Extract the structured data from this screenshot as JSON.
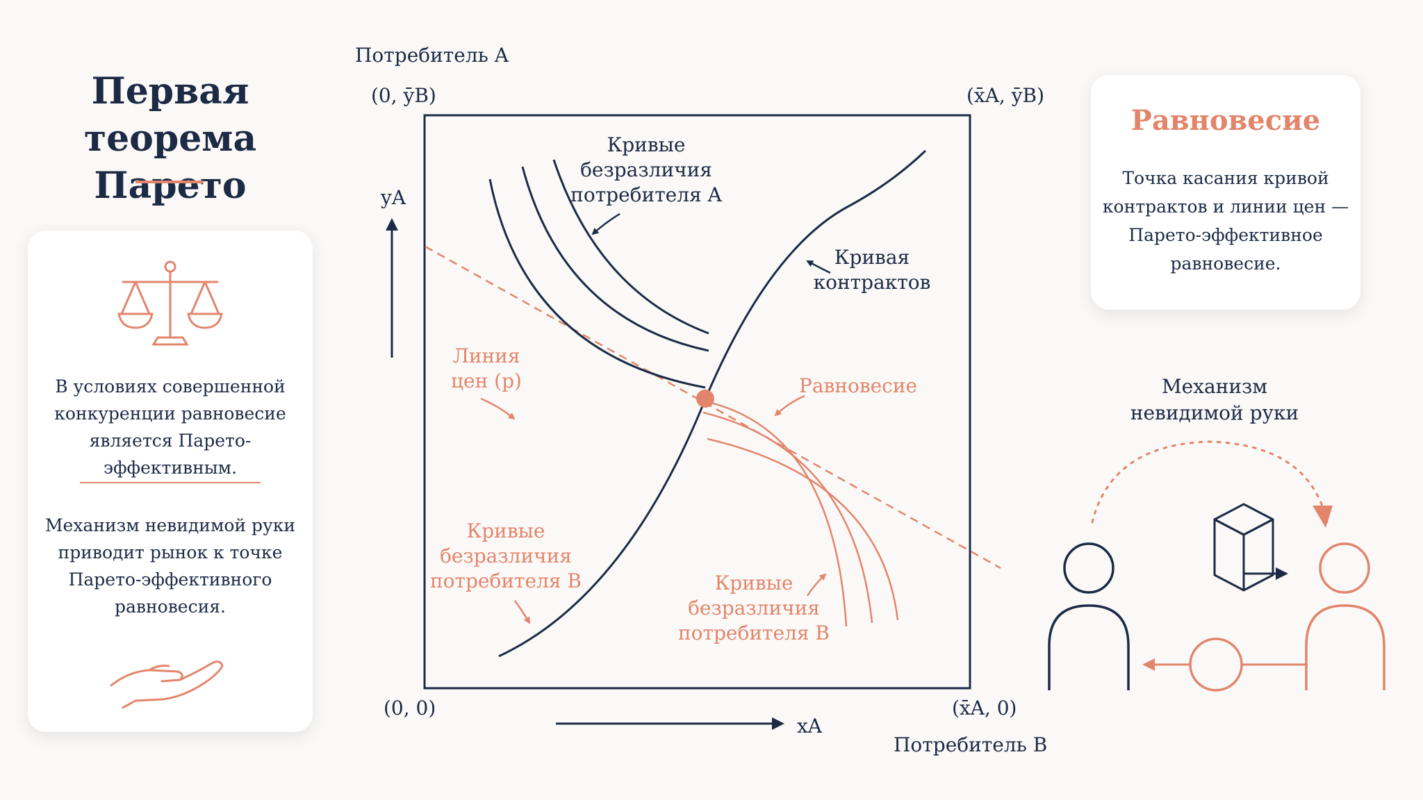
{
  "title": {
    "line1": "Первая теорема",
    "line2": "Парето"
  },
  "left_card": {
    "text1": [
      "В условиях совершенной",
      "конкуренции равновесие",
      "является Парето-эффективным."
    ],
    "text2": [
      "Механизм невидимой руки",
      "приводит рынок к точке",
      "Парето-эффективного",
      "равновесия."
    ],
    "icons": [
      "scales-icon",
      "open-hand-icon"
    ]
  },
  "diagram": {
    "consumer_a": "Потребитель A",
    "consumer_b": "Потребитель B",
    "corner_top_left": "(0, ȳB)",
    "corner_top_right": "(x̄A, ȳB)",
    "corner_bottom_left": "(0, 0)",
    "corner_bottom_right": "(x̄A, 0)",
    "axis_y": "yA",
    "axis_x": "xA",
    "indiff_a": [
      "Кривые",
      "безразличия",
      "потребителя A"
    ],
    "contract_curve": [
      "Кривая",
      "контрактов"
    ],
    "price_line": [
      "Линия",
      "цен (p)"
    ],
    "equilibrium": "Равновесие",
    "indiff_b_left": [
      "Кривые",
      "безразличия",
      "потребителя B"
    ],
    "indiff_b_right": [
      "Кривые",
      "безразличия",
      "потребителя B"
    ]
  },
  "right_card": {
    "title": "Равновесие",
    "text": [
      "Точка касания кривой",
      "контрактов и линии цен —",
      "Парето-эффективное",
      "равновесие."
    ]
  },
  "invisible_hand": {
    "title": [
      "Механизм",
      "невидимой руки"
    ],
    "icons": [
      "person-buyer-icon",
      "box-icon",
      "coin-icon",
      "person-seller-icon"
    ]
  },
  "colors": {
    "navy": "#1c2a45",
    "coral": "#e2856b"
  }
}
